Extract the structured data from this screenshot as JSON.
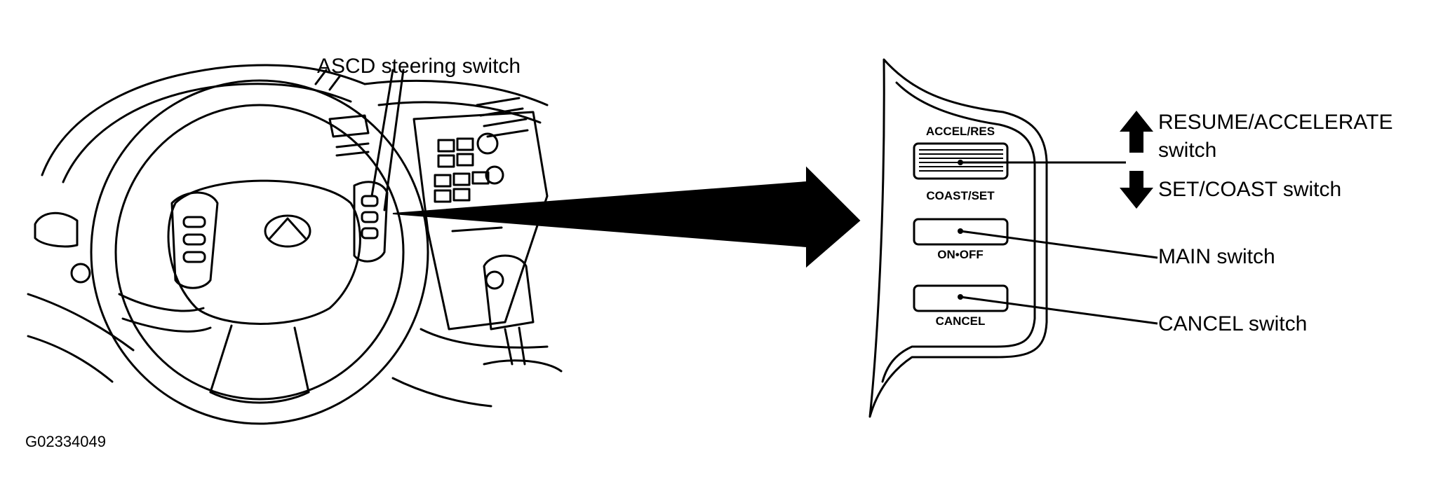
{
  "figure_code": "G02334049",
  "left_callout": "ASCD steering switch",
  "switch_panel": {
    "accel_res": "ACCEL/RES",
    "coast_set": "COAST/SET",
    "on_off": "ON•OFF",
    "cancel": "CANCEL"
  },
  "callouts": {
    "resume_line1": "RESUME/ACCELERATE",
    "resume_line2": "switch",
    "set_coast": "SET/COAST switch",
    "main": "MAIN switch",
    "cancel": "CANCEL switch"
  }
}
